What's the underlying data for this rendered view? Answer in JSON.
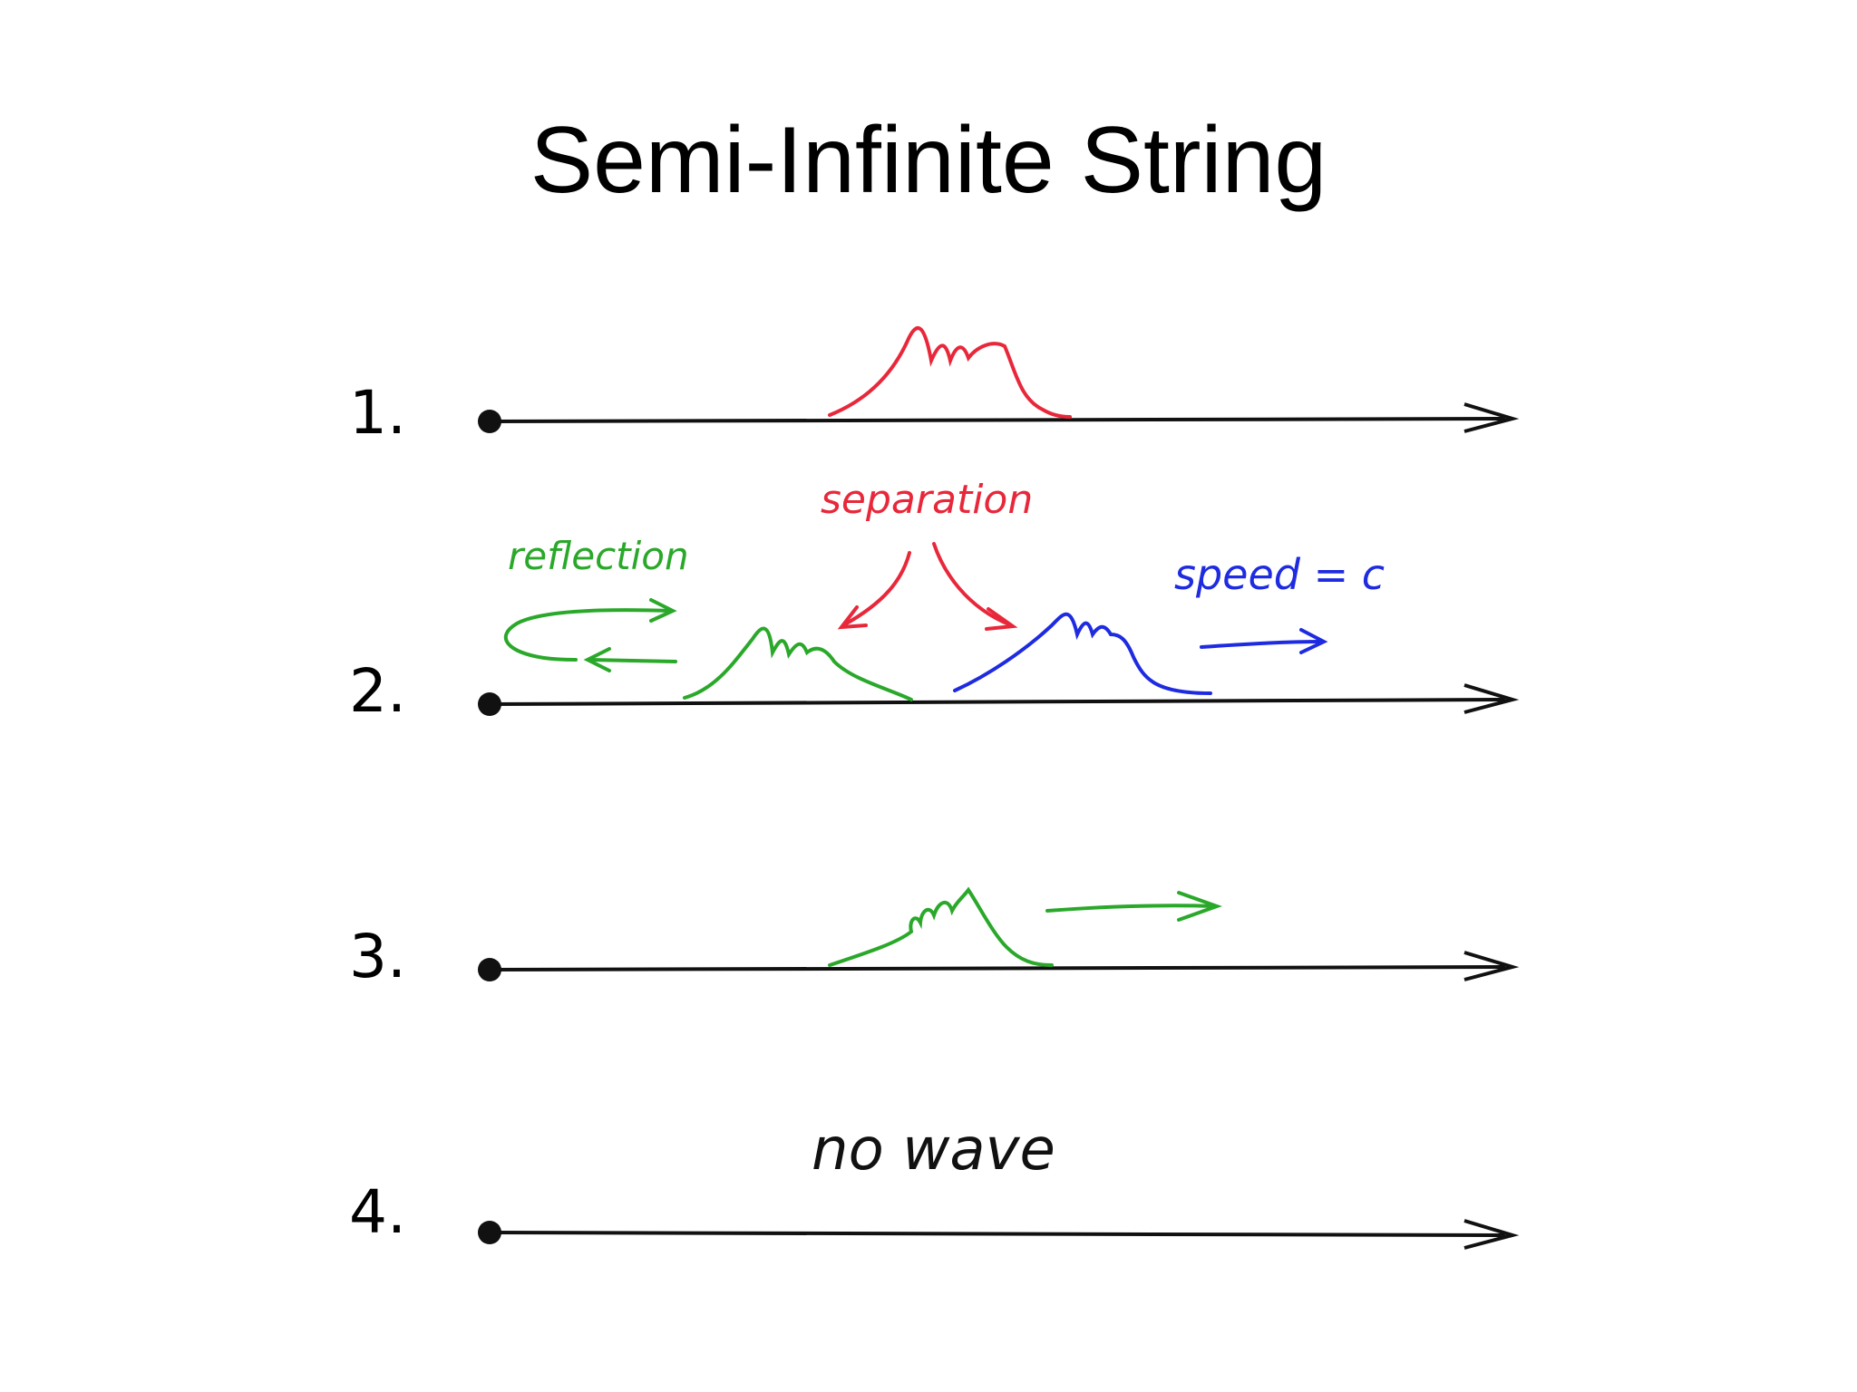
{
  "slide": {
    "title": "Semi-Infinite String"
  },
  "colors": {
    "string": "#111111",
    "red": "#e8283a",
    "green": "#2aa82a",
    "blue": "#1e2be0"
  },
  "rows": [
    {
      "number": "1."
    },
    {
      "number": "2.",
      "annotations": {
        "separation": "separation",
        "reflection": "reflection",
        "speed": "speed = c"
      }
    },
    {
      "number": "3."
    },
    {
      "number": "4.",
      "annotations": {
        "none": "no wave"
      }
    }
  ]
}
